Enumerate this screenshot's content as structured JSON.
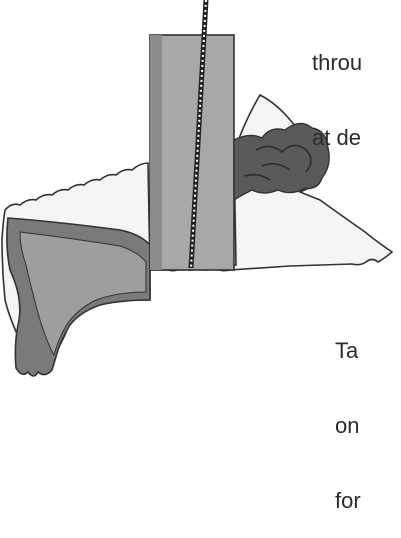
{
  "caption_top": {
    "lines": [
      "throu",
      "at de"
    ]
  },
  "caption_bottom": {
    "lines": [
      "Ta",
      "on",
      "for"
    ]
  },
  "colors": {
    "outline": "#333333",
    "sheet": "#f5f5f5",
    "sheet_shadow": "#e6e6e6",
    "post": "#a8a8a8",
    "post_dark": "#8c8c8c",
    "curl": "#7a7a7a",
    "curl_inner": "#9e9e9e",
    "bracket": "#5a5a5a",
    "cord": "#222222"
  },
  "icons": {
    "post": "mounting-post",
    "cord": "cord",
    "bracket": "carved-bracket",
    "sheet": "wavy-edge-sheet"
  }
}
